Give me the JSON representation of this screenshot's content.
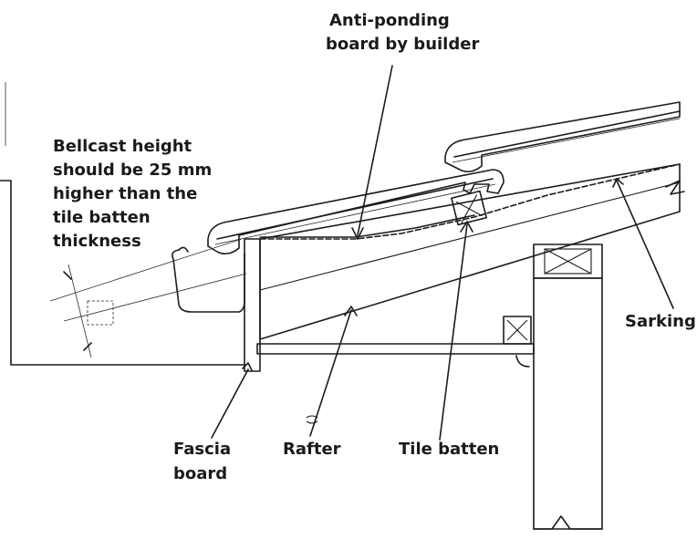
{
  "labels": {
    "anti_ponding_line1": "Anti-ponding",
    "anti_ponding_line2": "board by builder",
    "bellcast_line1": "Bellcast height",
    "bellcast_line2": "should be 25 mm",
    "bellcast_line3": "higher than the",
    "bellcast_line4": "tile batten",
    "bellcast_line5": "thickness",
    "sarking": "Sarking",
    "fascia_line1": "Fascia",
    "fascia_line2": "board",
    "rafter": "Rafter",
    "tile_batten": "Tile batten"
  }
}
